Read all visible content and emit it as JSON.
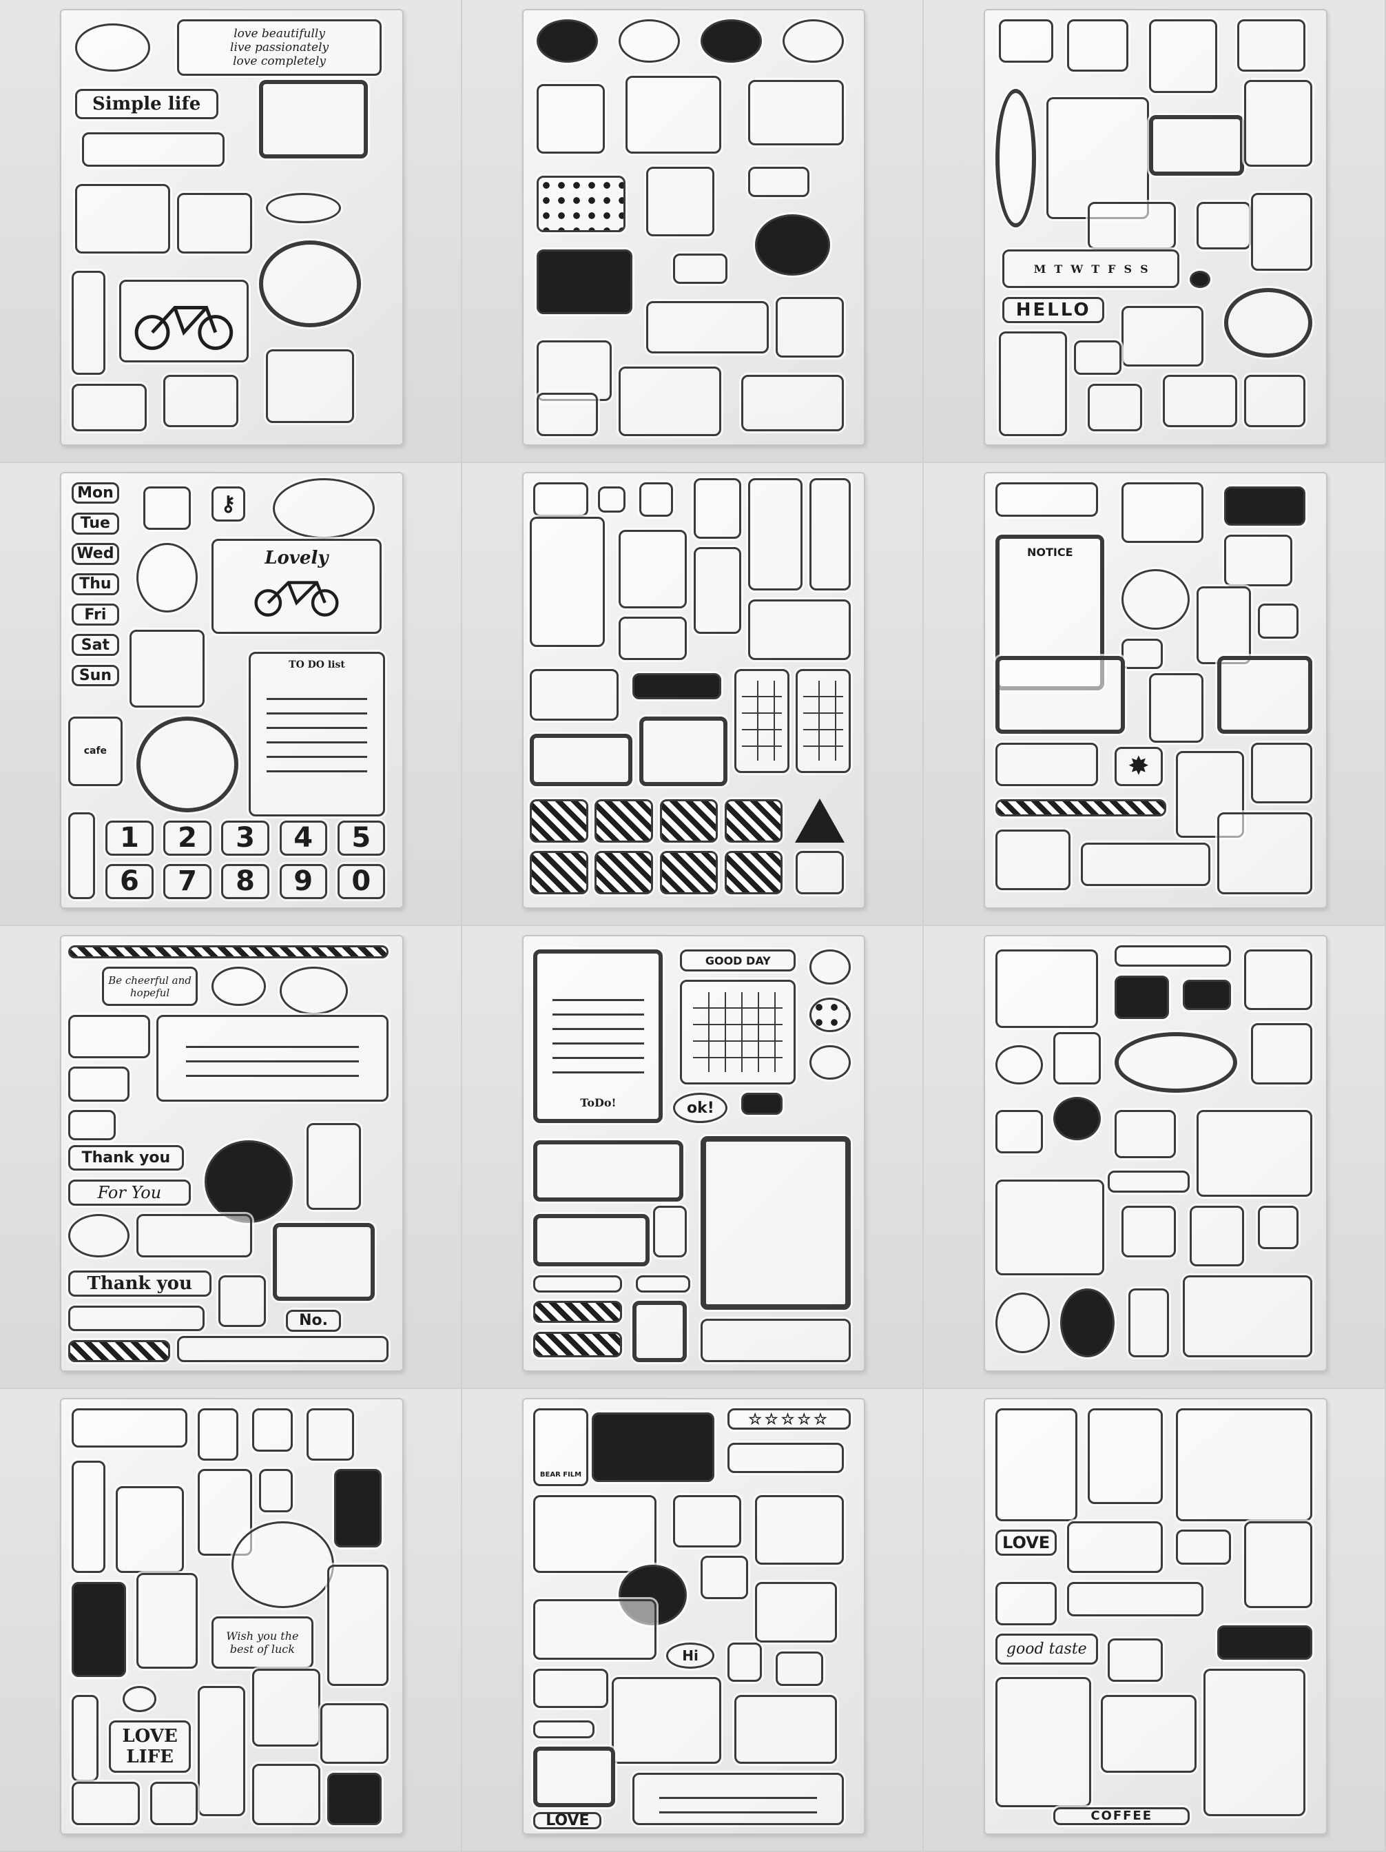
{
  "sheets": [
    {
      "id": "botanical-bicycle",
      "texts": [
        "Simple life",
        "love beautifully",
        "live passionately",
        "love completely"
      ]
    },
    {
      "id": "black-flowers-bunny",
      "texts": []
    },
    {
      "id": "cats-dogs",
      "texts": [
        "HELLO",
        "M",
        "T",
        "W",
        "T",
        "F",
        "S",
        "S"
      ]
    },
    {
      "id": "weekdays-numbers",
      "weekdays": [
        "Mon",
        "Tue",
        "Wed",
        "Thu",
        "Fri",
        "Sat",
        "Sun"
      ],
      "numbers": [
        "1",
        "2",
        "3",
        "4",
        "5",
        "6",
        "7",
        "8",
        "9",
        "0"
      ],
      "texts": [
        "Lovely",
        "TO DO list",
        "cafe"
      ]
    },
    {
      "id": "kitchen-tiles",
      "texts": []
    },
    {
      "id": "cat-notice",
      "texts": [
        "NOTICE"
      ]
    },
    {
      "id": "postal-vintage",
      "texts": [
        "Be cheerful and hopeful",
        "Thank you",
        "For You",
        "Thank you",
        "No."
      ]
    },
    {
      "id": "planner-frames",
      "texts": [
        "GOOD DAY",
        "ToDo!",
        "ok!"
      ]
    },
    {
      "id": "cute-animals-cloud",
      "texts": []
    },
    {
      "id": "wildflowers",
      "texts": [
        "LOVE",
        "LIFE",
        "Wish you the best of luck"
      ]
    },
    {
      "id": "bears-film",
      "texts": [
        "BEAR FILM",
        "Hi",
        "LOVE"
      ]
    },
    {
      "id": "girls-coffee",
      "texts": [
        "LOVE",
        "good taste",
        "COFFEE"
      ]
    }
  ]
}
